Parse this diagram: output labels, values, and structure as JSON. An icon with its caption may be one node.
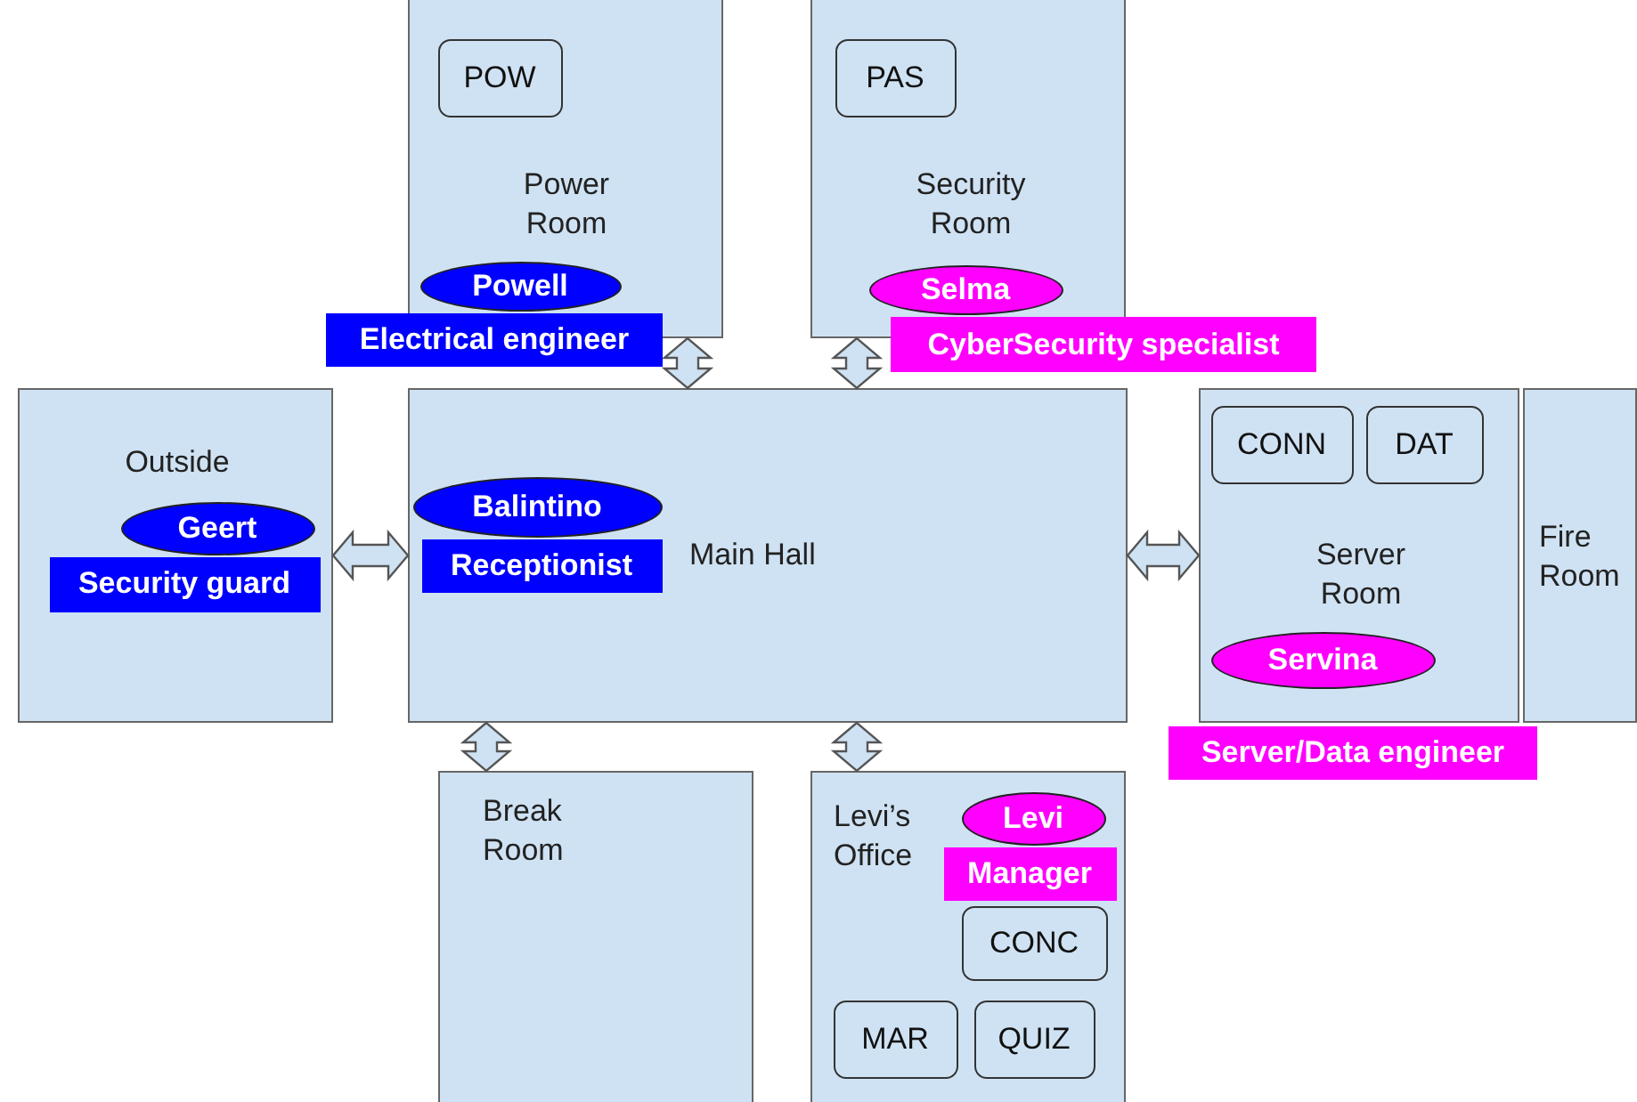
{
  "diagram": {
    "nodes": [
      {
        "text": [
          "Power Room"
        ]
      },
      {
        "text": [
          "POW"
        ],
        "in": 0
      },
      {
        "text": [
          "Powell"
        ],
        "in": 0
      },
      {
        "text": [
          "Electrical engineer"
        ]
      },
      {
        "text": [
          "Security Room"
        ]
      },
      {
        "text": [
          "PAS"
        ],
        "in": 4
      },
      {
        "text": [
          "Selma"
        ],
        "in": 4
      },
      {
        "text": [
          "CyberSecurity specialist"
        ]
      },
      {
        "text": [
          "Outside"
        ]
      },
      {
        "text": [
          "Geert"
        ],
        "in": 8
      },
      {
        "text": [
          "Security guard"
        ],
        "in": 8
      },
      {
        "text": [
          "Main Hall"
        ]
      },
      {
        "text": [
          "Balintino"
        ],
        "in": 11
      },
      {
        "text": [
          "Receptionist"
        ],
        "in": 11
      },
      {
        "text": [
          "Server Room"
        ]
      },
      {
        "text": [
          "CONN"
        ],
        "in": 14
      },
      {
        "text": [
          "DAT"
        ],
        "in": 14
      },
      {
        "text": [
          "Servina"
        ],
        "in": 14
      },
      {
        "text": [
          "Server/Data engineer"
        ]
      },
      {
        "text": [
          "Fire Room"
        ]
      },
      {
        "text": [
          "Break Room"
        ]
      },
      {
        "text": [
          "Levi’s Office"
        ]
      },
      {
        "text": [
          "Levi"
        ],
        "in": 21
      },
      {
        "text": [
          "Manager"
        ],
        "in": 21
      },
      {
        "text": [
          "CONC"
        ],
        "in": 21
      },
      {
        "text": [
          "MAR"
        ],
        "in": 21
      },
      {
        "text": [
          "QUIZ"
        ],
        "in": 21
      }
    ],
    "edges": [
      {
        "from": 0,
        "to": 11,
        "arrow": "both"
      },
      {
        "from": 4,
        "to": 11,
        "arrow": "both"
      },
      {
        "from": 8,
        "to": 11,
        "arrow": "both"
      },
      {
        "from": 11,
        "to": 14,
        "arrow": "both"
      },
      {
        "from": 11,
        "to": 20,
        "arrow": "both"
      },
      {
        "from": 11,
        "to": 21,
        "arrow": "both"
      }
    ]
  }
}
